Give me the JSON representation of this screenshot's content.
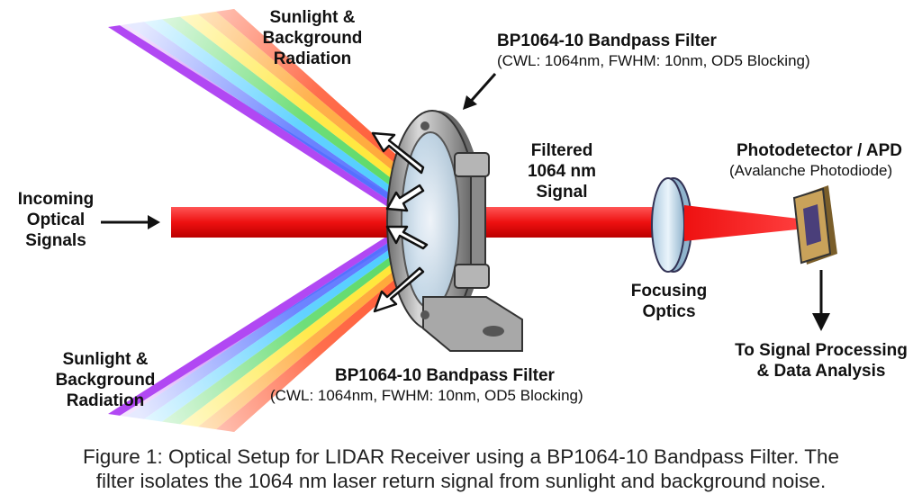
{
  "labels": {
    "sunlight_top": [
      "Sunlight &",
      "Background",
      "Radiation"
    ],
    "sunlight_bottom": [
      "Sunlight &",
      "Background",
      "Radiation"
    ],
    "incoming": [
      "Incoming",
      "Optical",
      "Signals"
    ],
    "filter_top_title": "BP1064-10 Bandpass Filter",
    "filter_top_spec": "(CWL: 1064nm, FWHM: 10nm, OD5 Blocking)",
    "filter_bottom_title": "BP1064-10 Bandpass Filter",
    "filter_bottom_spec": "(CWL: 1064nm, FWHM: 10nm, OD5 Blocking)",
    "filtered": [
      "Filtered",
      "1064 nm",
      "Signal"
    ],
    "photodetector_title": "Photodetector / APD",
    "photodetector_sub": "(Avalanche Photodiode)",
    "focusing": [
      "Focusing",
      "Optics"
    ],
    "processing": [
      "To Signal Processing",
      "& Data Analysis"
    ]
  },
  "caption": [
    "Figure 1: Optical Setup for LIDAR Receiver using a BP1064-10 Bandpass Filter. The",
    "filter isolates the 1064 nm laser return signal from sunlight and background noise."
  ],
  "colors": {
    "laser": "#ee1111",
    "laser_dark": "#cc0000",
    "spectrum": [
      "#a020f0",
      "#3050ff",
      "#20c0ff",
      "#30d040",
      "#ffe000",
      "#ff9000",
      "#ff3000"
    ],
    "housing": "#9a9a9a",
    "lens": "#cfe4f2",
    "detector": "#c9a25a"
  }
}
